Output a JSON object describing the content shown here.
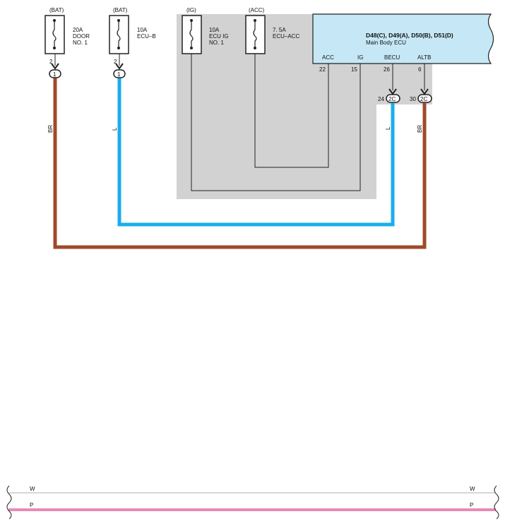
{
  "fuses": [
    {
      "source": "(BAT)",
      "rating": "20A",
      "name_line1": "DOOR",
      "name_line2": "NO. 1",
      "pin": "2"
    },
    {
      "source": "(BAT)",
      "rating": "10A",
      "name_line1": "ECU–B",
      "name_line2": "",
      "pin": "2"
    },
    {
      "source": "(IG)",
      "rating": "10A",
      "name_line1": "ECU IG",
      "name_line2": "NO. 1",
      "pin": ""
    },
    {
      "source": "(ACC)",
      "rating": "7. 5A",
      "name_line1": "ECU–ACC",
      "name_line2": "",
      "pin": ""
    }
  ],
  "ecu": {
    "title": "D48(C), D49(A), D50(B), D51(D)",
    "subtitle": "Main Body ECU",
    "terminals": [
      {
        "name": "ACC",
        "pin": "22"
      },
      {
        "name": "IG",
        "pin": "15"
      },
      {
        "name": "BECU",
        "pin": "26"
      },
      {
        "name": "ALTB",
        "pin": "6"
      }
    ]
  },
  "connectors": [
    {
      "id": "1",
      "pin": ""
    },
    {
      "id": "1",
      "pin": ""
    },
    {
      "id": "2C",
      "pin": "24"
    },
    {
      "id": "2C",
      "pin": "30"
    }
  ],
  "wire_colors": {
    "BR": "BR",
    "L": "L",
    "W": "W",
    "P": "P"
  },
  "colors": {
    "brown_wire": "#a0492a",
    "blue_wire": "#18aeea",
    "pink_wire": "#e88ab5",
    "gray_wire": "#c8c8c8",
    "ecu_fill": "#c6e8f6",
    "shade": "#d2d2d2"
  }
}
